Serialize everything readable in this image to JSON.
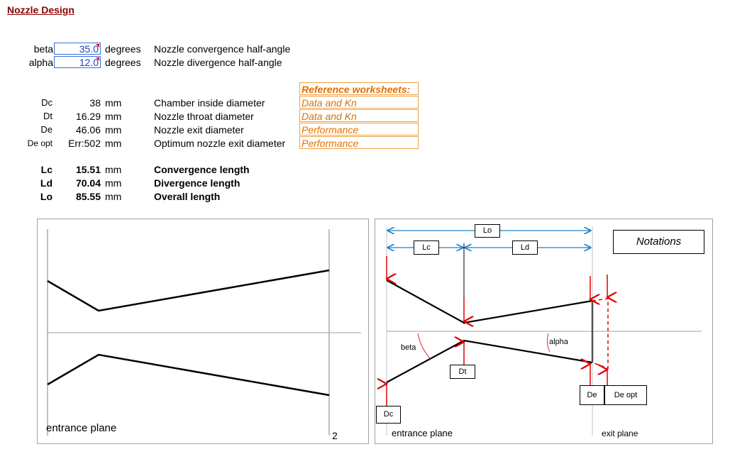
{
  "title": "Nozzle Design",
  "inputs": [
    {
      "label": "beta",
      "value": "35.0",
      "unit": "degrees",
      "desc": "Nozzle convergence half-angle"
    },
    {
      "label": "alpha",
      "value": "12.0",
      "unit": "degrees",
      "desc": "Nozzle divergence half-angle"
    }
  ],
  "dims": [
    {
      "label": "Dc",
      "value": "38",
      "unit": "mm",
      "desc": "Chamber inside diameter"
    },
    {
      "label": "Dt",
      "value": "16.29",
      "unit": "mm",
      "desc": "Nozzle throat diameter"
    },
    {
      "label": "De",
      "value": "46.06",
      "unit": "mm",
      "desc": "Nozzle exit diameter"
    },
    {
      "label": "De opt",
      "value": "Err:502",
      "unit": "mm",
      "desc": "Optimum nozzle exit diameter"
    }
  ],
  "lengths": [
    {
      "label": "Lc",
      "value": "15.51",
      "unit": "mm",
      "desc": "Convergence length"
    },
    {
      "label": "Ld",
      "value": "70.04",
      "unit": "mm",
      "desc": "Divergence length"
    },
    {
      "label": "Lo",
      "value": "85.55",
      "unit": "mm",
      "desc": "Overall length"
    }
  ],
  "reference": {
    "header": "Reference worksheets:",
    "links": [
      "Data and Kn",
      "Data and Kn",
      "Performance",
      "Performance"
    ]
  },
  "chart_left": {
    "entrance_label": "entrance plane",
    "corner_label": "2"
  },
  "notations": {
    "title": "Notations",
    "Lo": "Lo",
    "Lc": "Lc",
    "Ld": "Ld",
    "beta": "beta",
    "alpha": "alpha",
    "Dt": "Dt",
    "Dc": "Dc",
    "De": "De",
    "De_opt": "De opt",
    "entrance": "entrance plane",
    "exit": "exit plane"
  },
  "colors": {
    "title": "#8b0000",
    "input_border": "#3a6fd8",
    "reference": "#e07000",
    "arrow_red": "#e00000",
    "arrow_blue": "#2080c8"
  }
}
